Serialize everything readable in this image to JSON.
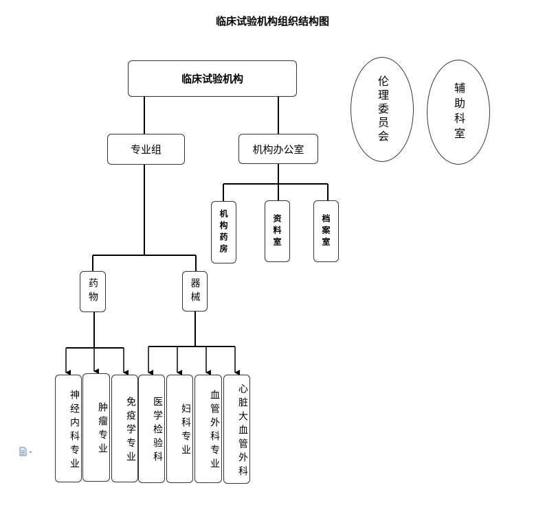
{
  "title": "临床试验机构组织结构图",
  "root": "临床试验机构",
  "group": "专业组",
  "office": "机构办公室",
  "office_children": [
    "机构药房",
    "资料室",
    "档案室"
  ],
  "ethics": "伦理委员会",
  "aux": "辅助科室",
  "drug": "药物",
  "device": "器械",
  "specialties": [
    "神经内科专业",
    "肿瘤专业",
    "免疫学专业",
    "医学检验科",
    "妇科专业",
    "血管外科专业",
    "心脏大血管外科"
  ]
}
